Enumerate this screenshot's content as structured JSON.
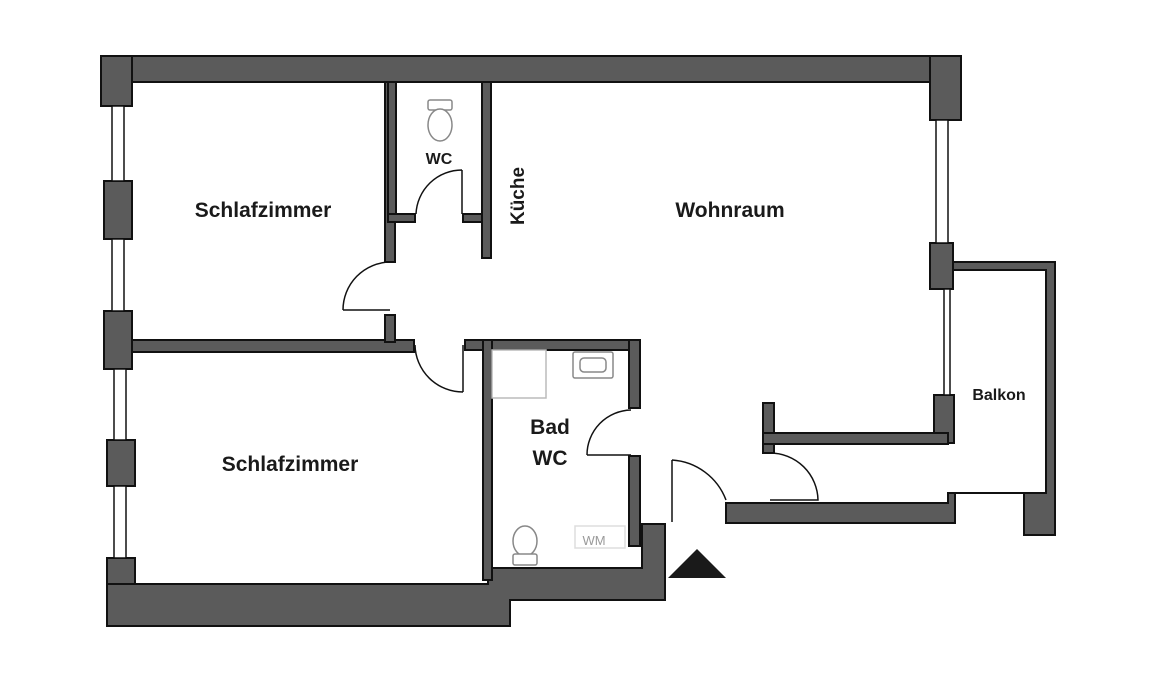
{
  "rooms": {
    "schlafzimmer_top": "Schlafzimmer",
    "schlafzimmer_bottom": "Schlafzimmer",
    "wc": "WC",
    "kueche": "Küche",
    "wohnraum": "Wohnraum",
    "bad_line1": "Bad",
    "bad_line2": "WC",
    "balkon": "Balkon"
  },
  "fixtures": {
    "washing_machine": "WM"
  },
  "colors": {
    "wall_fill": "#5b5b5b",
    "wall_stroke": "#111111",
    "background": "#ffffff"
  },
  "icons": {
    "entrance": "entrance-arrow-icon"
  }
}
